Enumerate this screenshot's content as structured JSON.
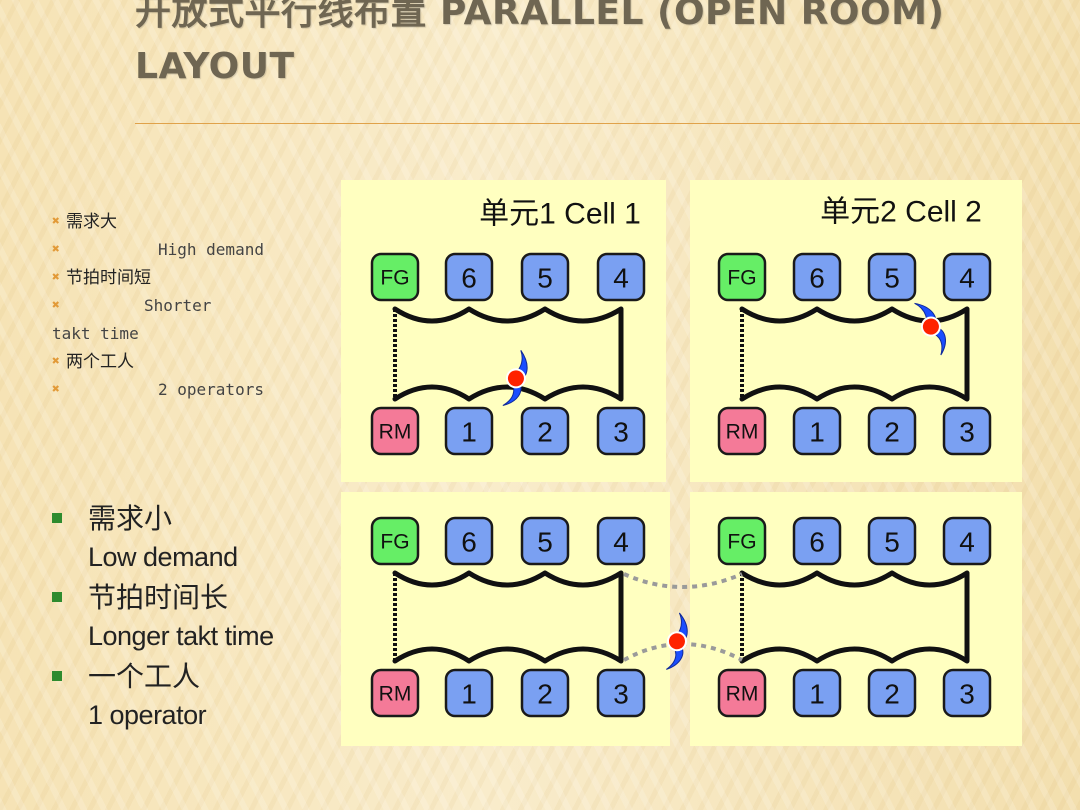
{
  "title": "开放式平行线布置 PARALLEL (OPEN ROOM) LAYOUT",
  "small_list": [
    {
      "zh": "需求大",
      "en": "High demand"
    },
    {
      "zh": "节拍时间短",
      "en": "Shorter takt time"
    },
    {
      "zh": "两个工人",
      "en": "2 operators"
    }
  ],
  "big_list": [
    {
      "zh": "需求小",
      "en": "Low demand"
    },
    {
      "zh": "节拍时间长",
      "en": "Longer takt time"
    },
    {
      "zh": "一个工人",
      "en": "1 operator"
    }
  ],
  "cell1_label": "单元1  Cell 1",
  "cell2_label": "单元2  Cell 2",
  "stations": {
    "fg": "FG",
    "rm": "RM",
    "top": [
      "6",
      "5",
      "4"
    ],
    "bottom": [
      "1",
      "2",
      "3"
    ]
  },
  "colors": {
    "panel": "#ffffc0",
    "fg": "#66ee66",
    "rm": "#f47a98",
    "station": "#7aa0f2",
    "operator_body": "#1a4dff",
    "operator_head": "#ff2200",
    "bullet": "#2e8b2e",
    "title_rule": "#e0a24a"
  },
  "icons": {
    "small_bullet": "x-mark-icon",
    "big_bullet": "square-bullet-icon",
    "operator": "operator-icon"
  }
}
